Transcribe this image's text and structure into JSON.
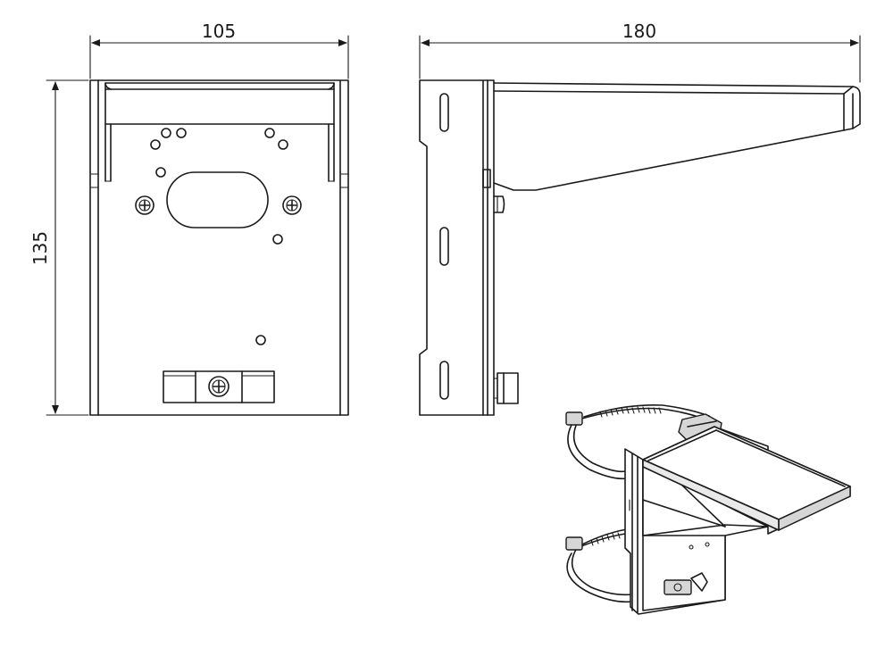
{
  "dimensions": {
    "front_width": "105",
    "side_length": "180",
    "height": "135"
  },
  "colors": {
    "line": "#1a1a1a",
    "background": "#ffffff",
    "shade": "#e9e9e9"
  }
}
